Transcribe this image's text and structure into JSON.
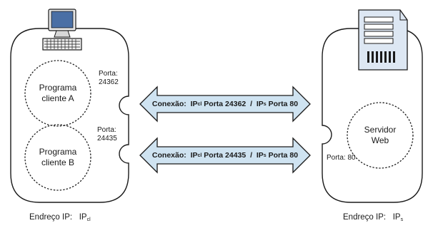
{
  "client": {
    "programs": [
      {
        "line1": "Programa",
        "line2": "cliente A",
        "port_label": "Porta:",
        "port_value": "24362"
      },
      {
        "line1": "Programa",
        "line2": "cliente B",
        "port_label": "Porta:",
        "port_value": "24435"
      }
    ],
    "ip_label": "Endreço IP:",
    "ip_value": "IP",
    "ip_sub": "cl"
  },
  "server": {
    "line1": "Servidor",
    "line2": "Web",
    "port_text": "Porta: 80",
    "ip_label": "Endreço IP:",
    "ip_value": "IP",
    "ip_sub": "s"
  },
  "connections": [
    {
      "prefix": "Conexão:",
      "ip_cl": "IP",
      "ip_cl_sub": "cl",
      "port_cl": "Porta 24362",
      "sep": "/",
      "ip_s": "IP",
      "ip_s_sub": "s",
      "port_s": "Porta 80"
    },
    {
      "prefix": "Conexão:",
      "ip_cl": "IP",
      "ip_cl_sub": "cl",
      "port_cl": "Porta 24435",
      "sep": "/",
      "ip_s": "IP",
      "ip_s_sub": "s",
      "port_s": "Porta 80"
    }
  ],
  "colors": {
    "arrow_fill": "#cfe3f1",
    "stroke": "#1a1a1a"
  },
  "icons": {
    "client": "desktop-computer-icon",
    "server": "server-tower-icon"
  }
}
